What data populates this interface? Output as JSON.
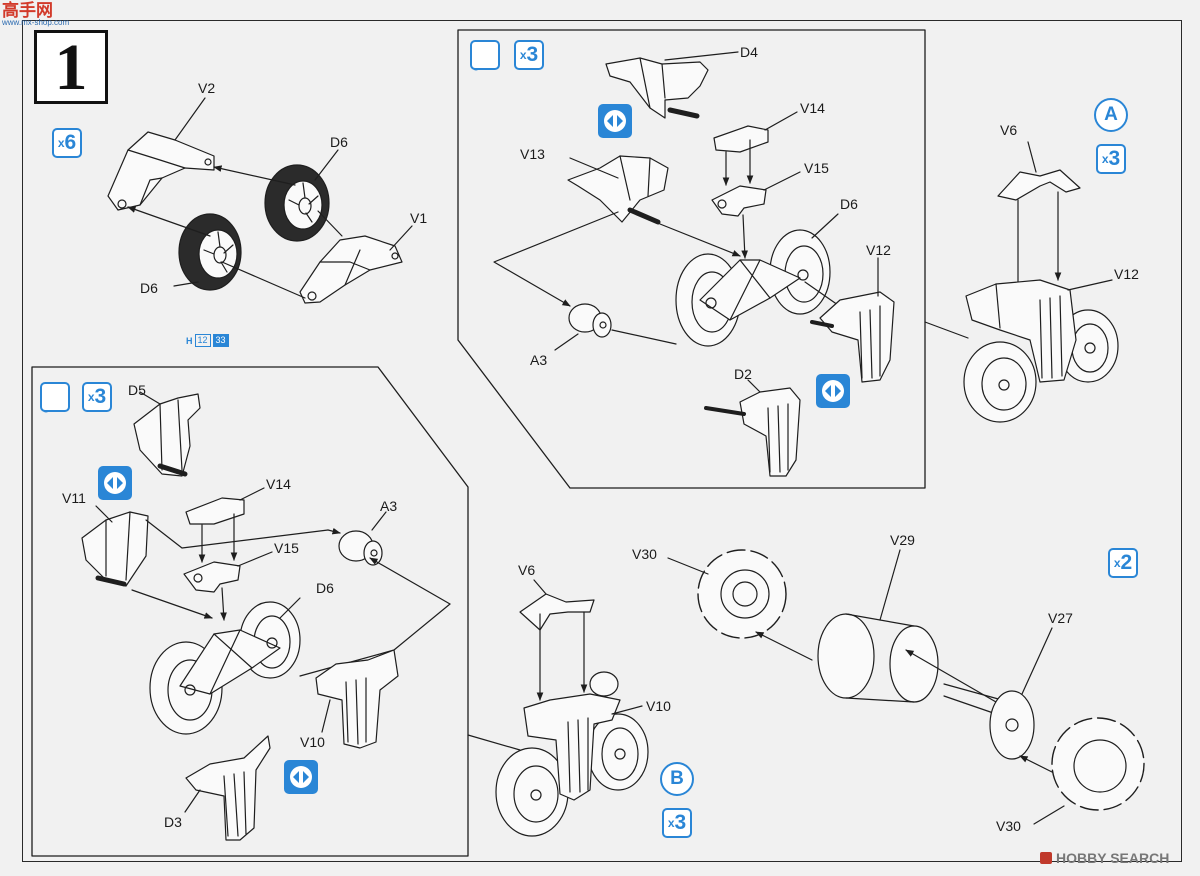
{
  "watermark_tl": {
    "text": "高手网",
    "url": "www.mx-shop.com"
  },
  "watermark_br": {
    "text": "HOBBY SEARCH"
  },
  "step": {
    "number": "1"
  },
  "multipliers": {
    "wheels": "6",
    "box_top_left": "3",
    "box_top_right": "3",
    "box_bottom": "3",
    "assembly_a": "3",
    "assembly_b": "3",
    "sprocket": "2"
  },
  "x_prefix": "x",
  "callouts": {
    "a": "A",
    "b": "B"
  },
  "part_ref": {
    "letter": "H",
    "n1": "12",
    "n2": "33"
  },
  "labels": {
    "v2": "V2",
    "d6_top": "D6",
    "v1": "V1",
    "d6_left": "D6",
    "d4": "D4",
    "v14_top": "V14",
    "v13": "V13",
    "v15_top": "V15",
    "d6_box": "D6",
    "v12_box": "V12",
    "a3_top": "A3",
    "d2": "D2",
    "v6_right": "V6",
    "v12_right": "V12",
    "d5": "D5",
    "v11": "V11",
    "v14_bottom": "V14",
    "v15_bottom": "V15",
    "a3_bottom": "A3",
    "d6_bottom": "D6",
    "v10_box": "V10",
    "d3": "D3",
    "v6_bottom": "V6",
    "v10_right": "V10",
    "v30_top": "V30",
    "v29": "V29",
    "v27": "V27",
    "v30_bottom": "V30"
  },
  "colors": {
    "accent": "#2a86d6",
    "line": "#1e1e1e",
    "tire": "#2b2b2b",
    "paper": "#f1f1f1"
  }
}
